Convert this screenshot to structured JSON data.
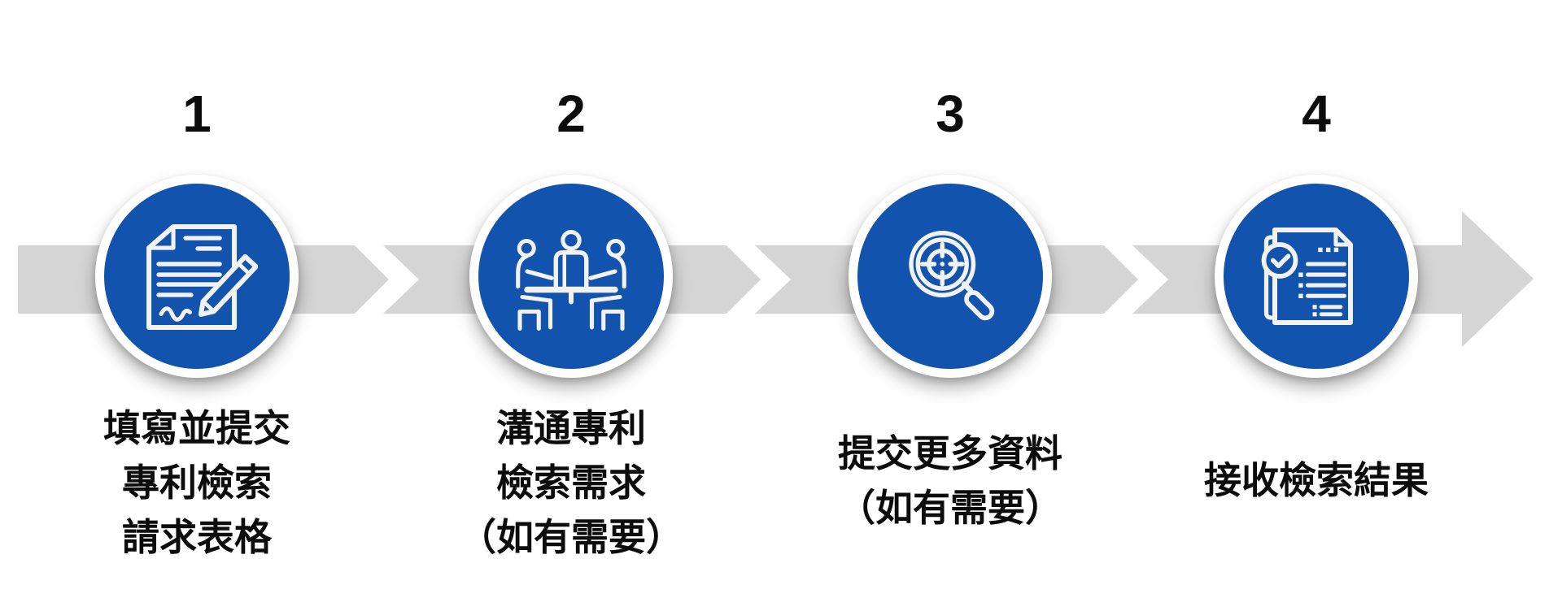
{
  "process": {
    "colors": {
      "circle_blue": "#1254ad",
      "arrow_gray": "#d5d5d5",
      "text_black": "#0c0c0c",
      "icon_stroke": "#f2f2f2",
      "background": "#ffffff"
    },
    "steps": [
      {
        "number": "1",
        "icon": "document-pencil-icon",
        "label_lines": [
          "填寫並提交",
          "專利檢索",
          "請求表格"
        ]
      },
      {
        "number": "2",
        "icon": "meeting-table-icon",
        "label_lines": [
          "溝通專利",
          "檢索需求",
          "（如有需要）"
        ]
      },
      {
        "number": "3",
        "icon": "target-magnifier-icon",
        "label_lines": [
          "提交更多資料",
          "（如有需要）"
        ]
      },
      {
        "number": "4",
        "icon": "report-check-icon",
        "label_lines": [
          "接收檢索結果"
        ]
      }
    ]
  }
}
